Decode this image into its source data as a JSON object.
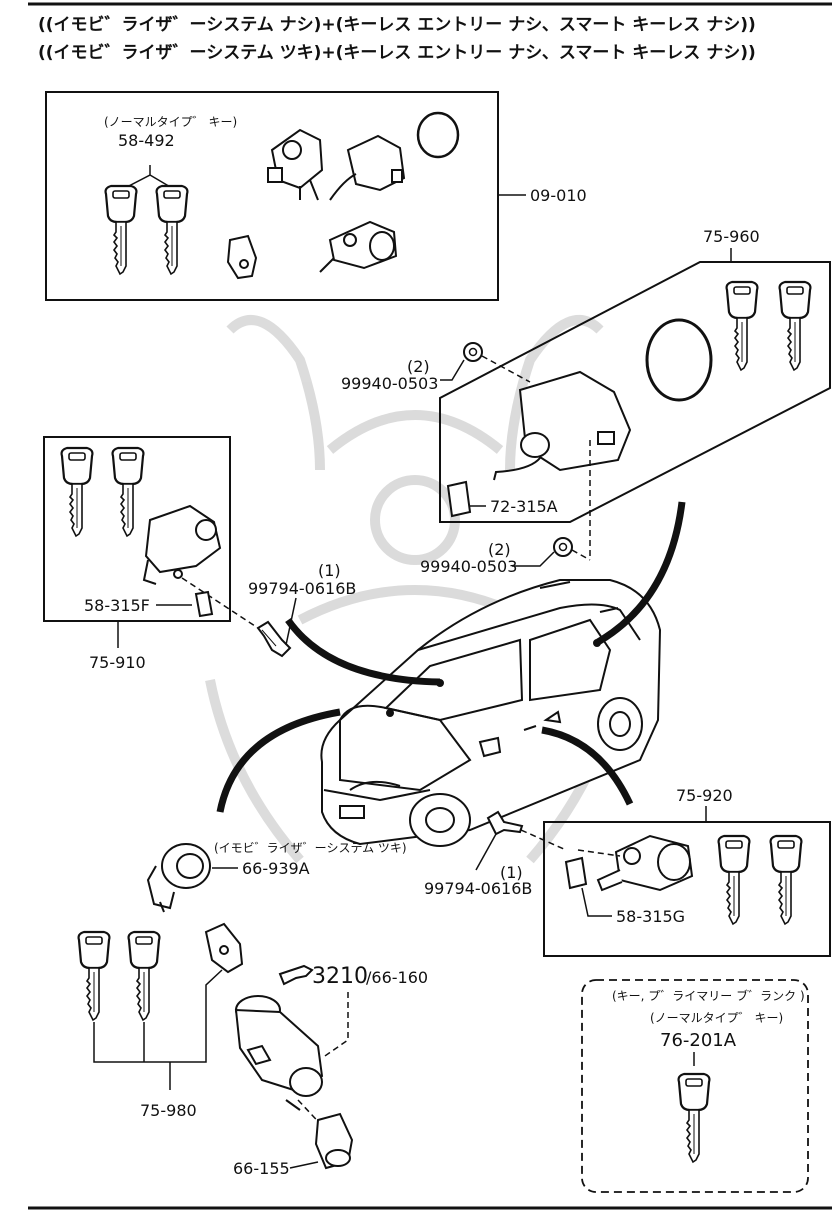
{
  "header": {
    "line1": "((イモビ゛ライザ゛ーシステム ナシ)+(キーレス エントリー ナシ、スマート キーレス ナシ))",
    "line2": "((イモビ゛ライザ゛ーシステム ツキ)+(キーレス エントリー ナシ、スマート キーレス ナシ))"
  },
  "labels": {
    "normal_type_key": "(ノーマルタイプ゛ キー)",
    "p58_492": "58-492",
    "p09_010": "09-010",
    "p75_960": "75-960",
    "qty2_a": "(2)",
    "p99940_a": "99940-0503",
    "p72_315A": "72-315A",
    "qty2_b": "(2)",
    "p99940_b": "99940-0503",
    "qty1_a": "(1)",
    "p99794_a": "99794-0616B",
    "p58_315F": "58-315F",
    "p75_910": "75-910",
    "p75_920": "75-920",
    "immobilizer_note": "(イモビ゛ライザ゛ーシステム ツキ)",
    "p66_939A": "66-939A",
    "qty1_b": "(1)",
    "p99794_b": "99794-0616B",
    "p58_315G": "58-315G",
    "ref_3210": "3210",
    "ref_66_160": "/66-160",
    "p75_980": "75-980",
    "p66_155": "66-155",
    "blank_key_title": "(キー, プ゛ライマリー ブ゛ランク )",
    "normal_type_key2": "(ノーマルタイプ゛ キー)",
    "p76_201A": "76-201A"
  },
  "icons": {
    "key": "key-icon",
    "pointer": "pointing-hand-icon"
  },
  "colors": {
    "ink": "#111111",
    "watermark": "#d8d8d8"
  }
}
